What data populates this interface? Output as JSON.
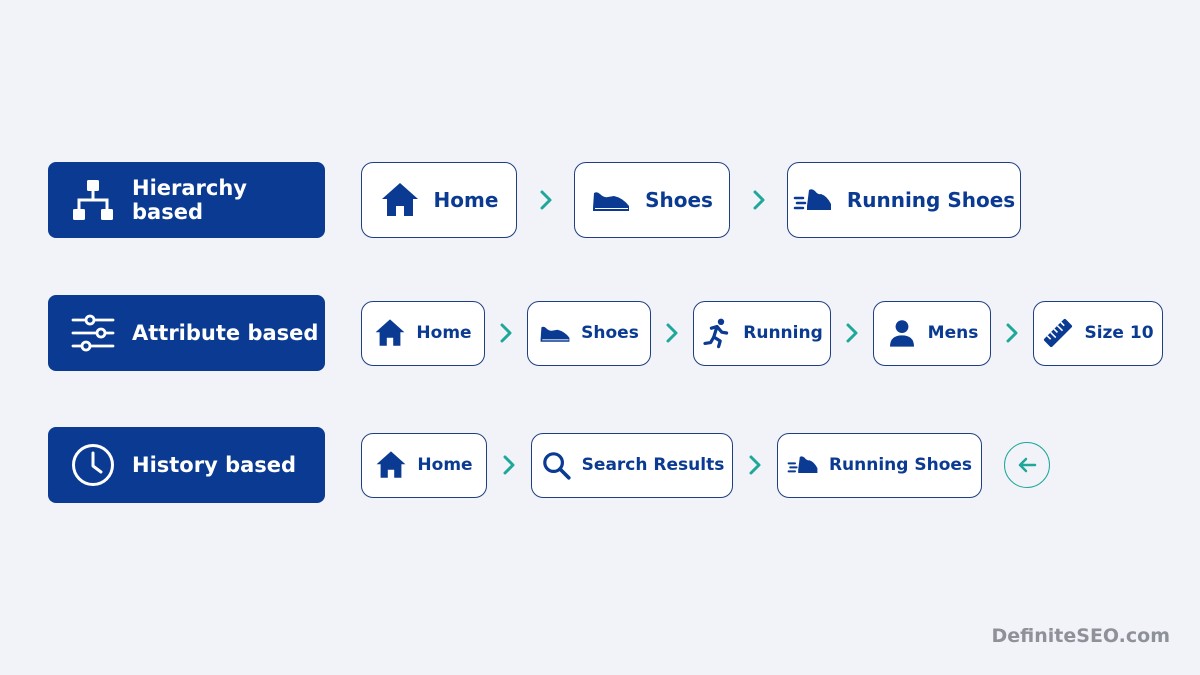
{
  "colors": {
    "primary": "#0a3a91",
    "accent": "#1fa79a",
    "background": "#f1f3f8",
    "border": "#1f3f80",
    "brand_text": "#8e9199"
  },
  "rows": [
    {
      "label": "Hierarchy based",
      "icon": "sitemap-icon",
      "crumbs": [
        {
          "label": "Home",
          "icon": "home-icon"
        },
        {
          "label": "Shoes",
          "icon": "shoe-icon"
        },
        {
          "label": "Running Shoes",
          "icon": "running-shoe-icon"
        }
      ]
    },
    {
      "label": "Attribute based",
      "icon": "sliders-icon",
      "crumbs": [
        {
          "label": "Home",
          "icon": "home-icon"
        },
        {
          "label": "Shoes",
          "icon": "shoe-icon"
        },
        {
          "label": "Running",
          "icon": "runner-icon"
        },
        {
          "label": "Mens",
          "icon": "person-icon"
        },
        {
          "label": "Size 10",
          "icon": "ruler-icon"
        }
      ]
    },
    {
      "label": "History based",
      "icon": "clock-icon",
      "crumbs": [
        {
          "label": "Home",
          "icon": "home-icon"
        },
        {
          "label": "Search Results",
          "icon": "search-icon"
        },
        {
          "label": "Running Shoes",
          "icon": "running-shoe-icon"
        }
      ],
      "back_icon": "back-arrow-icon"
    }
  ],
  "brand": "DefiniteSEO.com"
}
